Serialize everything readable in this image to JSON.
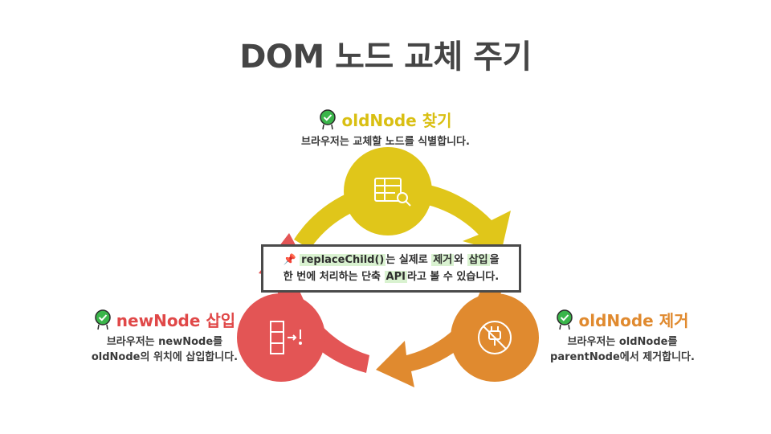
{
  "title": "DOM 노드 교체 주기",
  "steps": {
    "find": {
      "title": "oldNode 찾기",
      "description": "브라우저는 교체할 노드를 식별합니다.",
      "color": "#e0c61a",
      "icon": "table-search-icon"
    },
    "remove": {
      "title": "oldNode 제거",
      "description_line1": "브라우저는 oldNode를",
      "description_line2": "parentNode에서 제거합니다.",
      "color": "#e08a2f",
      "icon": "unplug-icon"
    },
    "insert": {
      "title": "newNode 삽입",
      "description_line1": "브라우저는 newNode를",
      "description_line2": "oldNode의 위치에 삽입합니다.",
      "color": "#e35555",
      "icon": "insert-arrow-icon"
    }
  },
  "note": {
    "icon": "pushpin-icon",
    "line1_text_a": "replaceChild()",
    "line1_text_b": "는 실제로 ",
    "line1_highlight_a": "제거",
    "line1_text_c": "와 ",
    "line1_highlight_b": "삽입",
    "line1_text_d": "을",
    "line2_text_a": "한 번에 처리하는 단축 ",
    "line2_highlight_a": "API",
    "line2_text_b": "라고 볼 수 있습니다."
  },
  "colors": {
    "yellow": "#e0c61a",
    "orange": "#e08a2f",
    "red": "#e35555",
    "badge_green": "#3ab54a"
  }
}
